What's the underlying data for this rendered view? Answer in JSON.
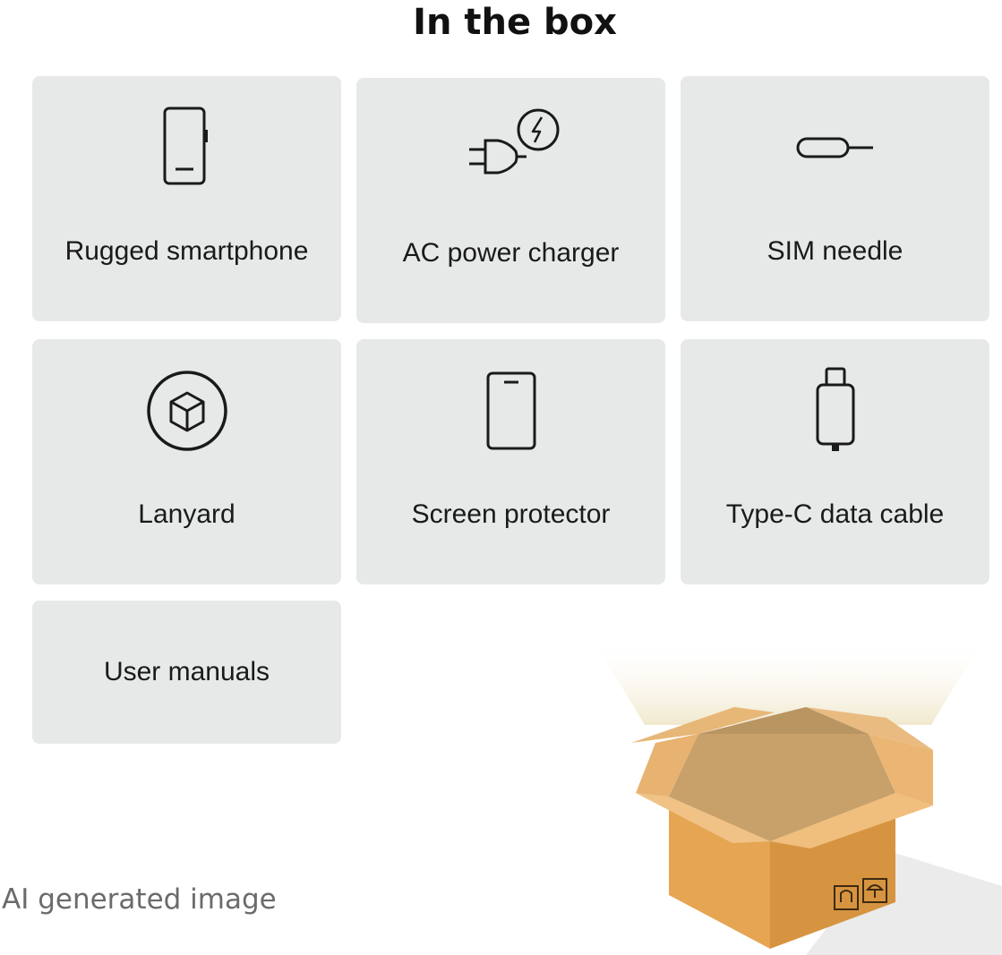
{
  "page": {
    "title": "In the box",
    "footnote": "AI generated image"
  },
  "items": [
    {
      "label": "Rugged smartphone",
      "icon": "rugged-phone-icon"
    },
    {
      "label": "AC power charger",
      "icon": "charger-plug-icon"
    },
    {
      "label": "SIM needle",
      "icon": "sim-needle-icon"
    },
    {
      "label": "Lanyard",
      "icon": "lanyard-cube-icon"
    },
    {
      "label": "Screen protector",
      "icon": "screen-protector-icon"
    },
    {
      "label": "Type-C data cable",
      "icon": "usb-c-cable-icon"
    },
    {
      "label": "User manuals",
      "icon": ""
    }
  ],
  "colors": {
    "card_background": "#e7e9e9",
    "text": "#1a1a1a",
    "footnote": "#6b6b6b",
    "box_front": "#dc9a45",
    "box_side": "#e9ad5a"
  }
}
